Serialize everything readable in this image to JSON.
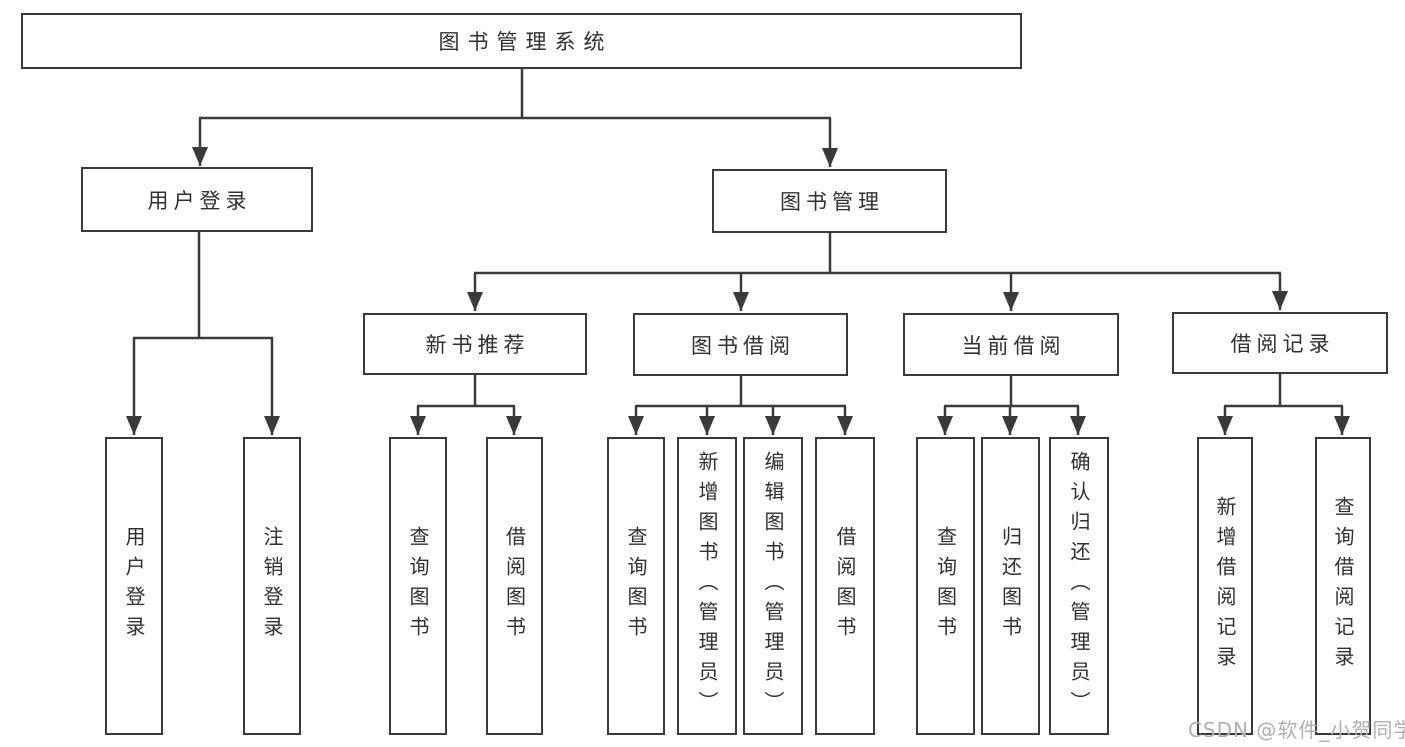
{
  "diagram": {
    "type": "hierarchy-flowchart",
    "colors": {
      "line": "#3a3a3a",
      "box_border": "#3a3a3a",
      "text": "#303030",
      "background": "#ffffff",
      "watermark": "#b0b0b0"
    },
    "tree": {
      "root": {
        "label": "图书管理系统",
        "children": [
          {
            "label": "用户登录",
            "children": [
              {
                "label": "用户登录"
              },
              {
                "label": "注销登录"
              }
            ]
          },
          {
            "label": "图书管理",
            "children": [
              {
                "label": "新书推荐",
                "children": [
                  {
                    "label": "查询图书"
                  },
                  {
                    "label": "借阅图书"
                  }
                ]
              },
              {
                "label": "图书借阅",
                "children": [
                  {
                    "label": "查询图书"
                  },
                  {
                    "label": "新增图书（管理员）"
                  },
                  {
                    "label": "编辑图书（管理员）"
                  },
                  {
                    "label": "借阅图书"
                  }
                ]
              },
              {
                "label": "当前借阅",
                "children": [
                  {
                    "label": "查询图书"
                  },
                  {
                    "label": "归还图书"
                  },
                  {
                    "label": "确认归还（管理员）"
                  }
                ]
              },
              {
                "label": "借阅记录",
                "children": [
                  {
                    "label": "新增借阅记录"
                  },
                  {
                    "label": "查询借阅记录"
                  }
                ]
              }
            ]
          }
        ]
      }
    },
    "watermark": {
      "text": "CSDN @软件_小贺同学"
    }
  }
}
